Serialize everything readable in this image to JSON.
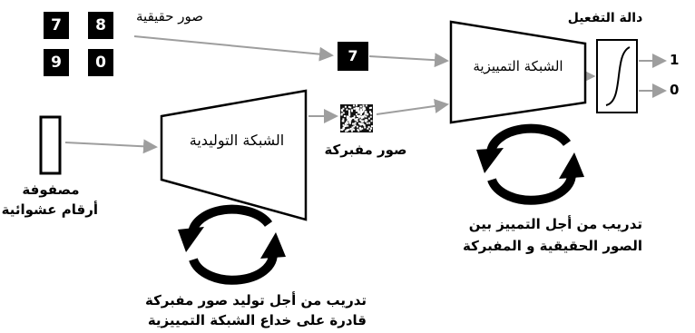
{
  "real_images": {
    "label": "صور حقيقية",
    "digits": [
      "7",
      "8",
      "9",
      "0"
    ]
  },
  "noise_vector": {
    "label_line1": "مصفوفة",
    "label_line2": "أرقام عشوائية"
  },
  "generator": {
    "label": "الشبكة التوليدية",
    "caption_line1": "تدريب من أجل توليد صور مفبركة",
    "caption_line2": "قادرة على خداع الشبكة التمييزية"
  },
  "sample_digit": "7",
  "fake_images": {
    "label": "صور مفبركة"
  },
  "discriminator": {
    "label": "الشبكة التمييزية",
    "caption_line1": "تدريب من أجل التمييز بين",
    "caption_line2": "الصور الحقيقية و المفبركة"
  },
  "activation": {
    "label": "دالة التفعيل",
    "outputs": [
      "1",
      "0"
    ]
  }
}
